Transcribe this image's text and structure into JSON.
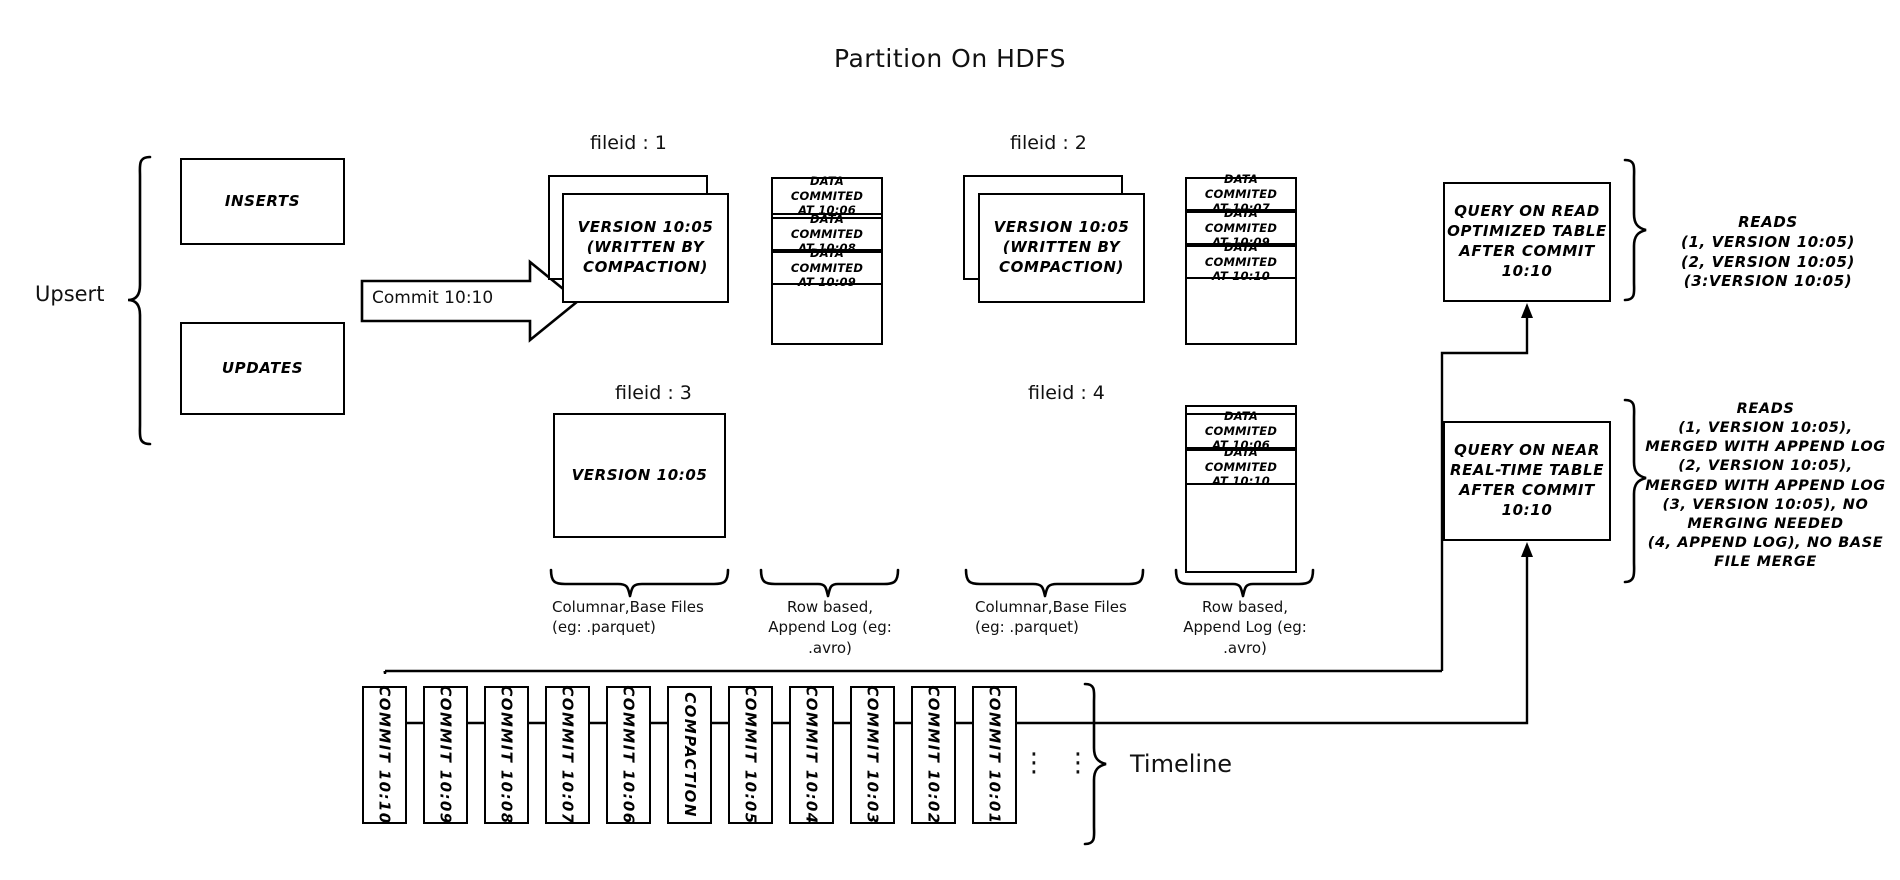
{
  "title": "Partition On HDFS",
  "upsert": {
    "label": "Upsert",
    "inserts_label": "INSERTS",
    "updates_label": "UPDATES"
  },
  "commit_arrow": {
    "label": "Commit 10:10"
  },
  "file_groups": [
    {
      "id": "fileid1",
      "header": "fileid : 1",
      "base_file_text": "VERSION 10:05\n(WRITTEN BY\nCOMPACTION)",
      "base_stacked": true,
      "log_entries": [
        "DATA COMMITED\nAT 10:06",
        "DATA COMMITED\nAT 10:08",
        "DATA COMMITED\nAT 10:09"
      ]
    },
    {
      "id": "fileid2",
      "header": "fileid : 2",
      "base_file_text": "VERSION 10:05\n(WRITTEN BY\nCOMPACTION)",
      "base_stacked": true,
      "log_entries": [
        "DATA COMMITED\nAT 10:07",
        "DATA COMMITED\nAT 10:09",
        "DATA COMMITED\nAT 10:10"
      ]
    },
    {
      "id": "fileid3",
      "header": "fileid : 3",
      "base_file_text": "VERSION 10:05",
      "base_stacked": false,
      "log_entries": []
    },
    {
      "id": "fileid4",
      "header": "fileid : 4",
      "base_file_text": "",
      "base_stacked": false,
      "log_entries": [
        "DATA COMMITED\nAT 10:06",
        "DATA COMMITED\nAT 10:10"
      ]
    }
  ],
  "captions": {
    "columnar_left": "Columnar,Base Files\n(eg: .parquet)",
    "rowbased_left": "Row based,\nAppend Log  (eg:\n.avro)",
    "columnar_right": "Columnar,Base Files\n(eg: .parquet)",
    "rowbased_right": "Row based,\nAppend Log  (eg:\n.avro)"
  },
  "queries": {
    "read_optimized": "QUERY ON READ\nOPTIMIZED TABLE\nAFTER COMMIT\n10:10",
    "near_real_time": "QUERY ON NEAR\nREAL-TIME TABLE\nAFTER COMMIT\n10:10"
  },
  "reads": {
    "read_optimized": "READS\n(1, VERSION 10:05)\n(2, VERSION 10:05)\n(3:VERSION 10:05)",
    "near_real_time": "READS\n(1, VERSION 10:05),\nMERGED WITH APPEND LOG\n(2, VERSION 10:05),\nMERGED WITH APPEND LOG\n(3, VERSION 10:05), NO\nMERGING NEEDED\n(4, APPEND LOG), NO BASE\nFILE MERGE"
  },
  "timeline": {
    "label": "Timeline",
    "ellipsis": "⋮",
    "items": [
      "COMMIT  10:10",
      "COMMIT  10:09",
      "COMMIT  10:08",
      "COMMIT  10:07",
      "COMMIT  10:06",
      "COMPACTION",
      "COMMIT  10:05",
      "COMMIT  10:04",
      "COMMIT  10:03",
      "COMMIT  10:02",
      "COMMIT  10:01"
    ]
  },
  "colors": {
    "stroke": "#000000",
    "background": "#ffffff",
    "text": "#111111"
  }
}
